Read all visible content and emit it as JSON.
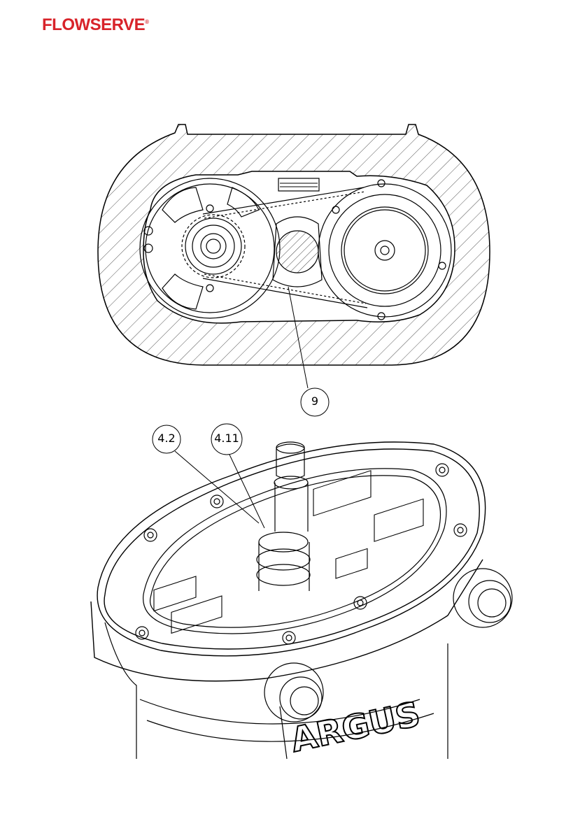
{
  "header": {
    "logo_text": "FLOWSERVE",
    "logo_mark": "®",
    "brand_color": "#d8232a"
  },
  "figure_top": {
    "callouts": [
      {
        "label": "9"
      }
    ]
  },
  "figure_bottom": {
    "callouts": [
      {
        "label": "4.2"
      },
      {
        "label": "4.11"
      }
    ],
    "body_lettering": "ARGUS"
  }
}
